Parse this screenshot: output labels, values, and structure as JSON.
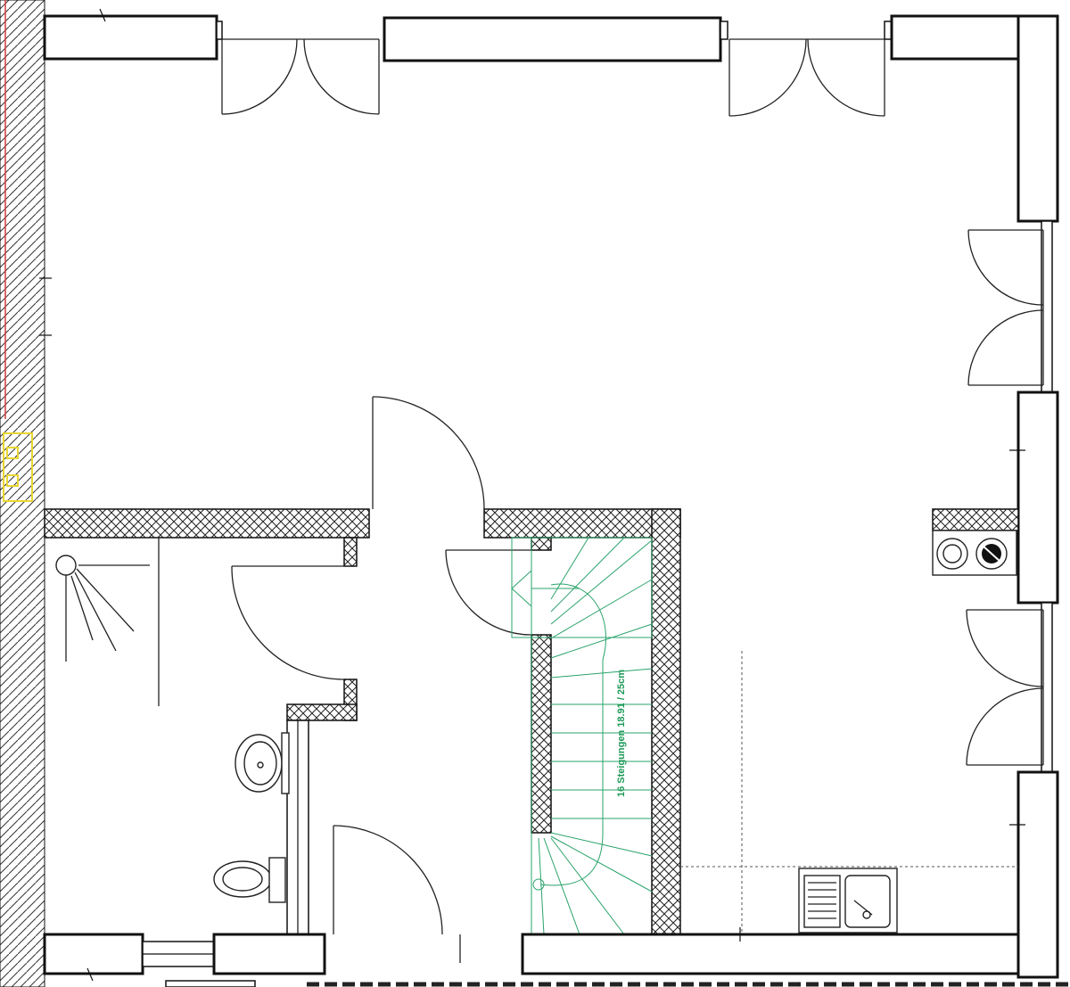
{
  "stair": {
    "label": "16 Steigungen 18.91 / 25cm",
    "risers": 16,
    "riser_height_cm": 18.91,
    "tread_depth_cm": 25
  },
  "colors": {
    "wall": "#111111",
    "stair": "#2aa36b",
    "marker": "#e8d633",
    "reference_line": "#d23b3b"
  }
}
